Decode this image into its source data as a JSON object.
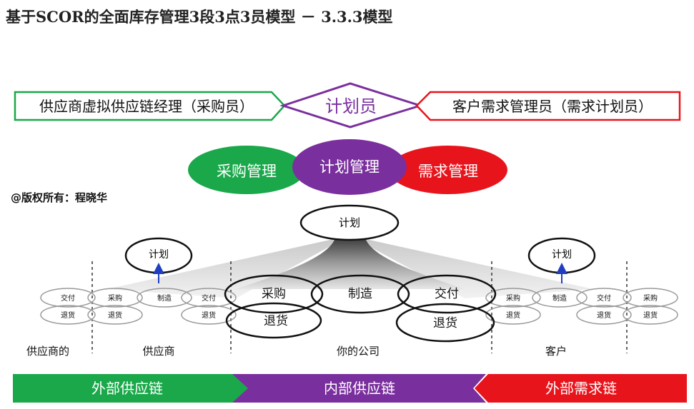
{
  "title": "基于SCOR的全面库存管理3段3点3员模型 － 3.3.3模型",
  "copyright": "@版权所有：程晓华",
  "roles": {
    "left": "供应商虚拟供应链经理（采购员）",
    "center": "计划员",
    "right": "客户需求管理员（需求计划员）"
  },
  "management": {
    "purchase": "采购管理",
    "plan": "计划管理",
    "demand": "需求管理"
  },
  "process": {
    "plan": "计划",
    "deliver": "交付",
    "source": "采购",
    "make": "制造",
    "return": "退货"
  },
  "entities": {
    "supplier_of_supplier": "供应商的",
    "supplier": "供应商",
    "your_company": "你的公司",
    "customer": "客户"
  },
  "chains": {
    "external_supply": "外部供应链",
    "internal_supply": "内部供应链",
    "external_demand": "外部需求链"
  },
  "colors": {
    "green": "#1aa84a",
    "purple": "#7a2f9e",
    "red": "#e8141c",
    "arrow_blue": "#1f3fbf"
  }
}
